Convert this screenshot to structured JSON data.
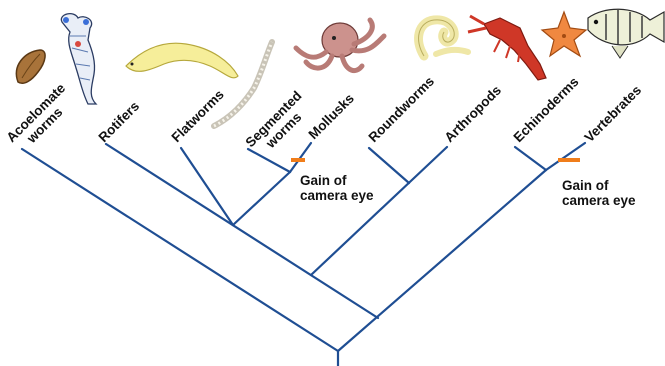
{
  "taxa": [
    {
      "id": "acoelomate",
      "lines": [
        "Acoelomate",
        "worms"
      ],
      "icon": "flatworm-leaf-icon"
    },
    {
      "id": "rotifers",
      "lines": [
        "Rotifers"
      ],
      "icon": "rotifer-icon"
    },
    {
      "id": "flatworms",
      "lines": [
        "Flatworms"
      ],
      "icon": "flatworm-icon"
    },
    {
      "id": "segmented",
      "lines": [
        "Segmented",
        "worms"
      ],
      "icon": "segmented-worm-icon"
    },
    {
      "id": "mollusks",
      "lines": [
        "Mollusks"
      ],
      "icon": "octopus-icon"
    },
    {
      "id": "roundworms",
      "lines": [
        "Roundworms"
      ],
      "icon": "roundworm-icon"
    },
    {
      "id": "arthropods",
      "lines": [
        "Arthropods"
      ],
      "icon": "crayfish-icon"
    },
    {
      "id": "echinoderms",
      "lines": [
        "Echinoderms"
      ],
      "icon": "starfish-icon"
    },
    {
      "id": "vertebrates",
      "lines": [
        "Vertebrates"
      ],
      "icon": "fish-icon"
    }
  ],
  "annotations": [
    {
      "id": "eye-mollusks",
      "lines": [
        "Gain of",
        "camera eye"
      ]
    },
    {
      "id": "eye-vertebrates",
      "lines": [
        "Gain of",
        "camera eye"
      ]
    }
  ],
  "colors": {
    "branch": "#1f4e93",
    "marker": "#f07d1a",
    "text": "#111111"
  }
}
